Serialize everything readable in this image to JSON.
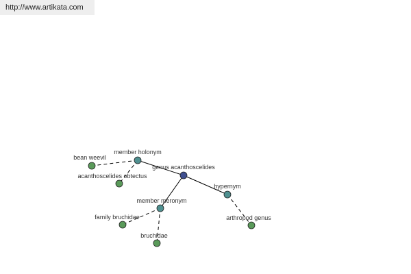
{
  "header": {
    "url": "http://www.artikata.com"
  },
  "graph": {
    "nodes": [
      {
        "id": "root",
        "label": "genus acanthoscelides",
        "kind": "center"
      },
      {
        "id": "holonym",
        "label": "member holonym",
        "kind": "relation"
      },
      {
        "id": "meronym",
        "label": "member meronym",
        "kind": "relation"
      },
      {
        "id": "hypernym",
        "label": "hypernym",
        "kind": "relation"
      },
      {
        "id": "bean",
        "label": "bean weevil",
        "kind": "leaf"
      },
      {
        "id": "obtectus",
        "label": "acanthoscelides obtectus",
        "kind": "leaf"
      },
      {
        "id": "bruchidae_fam",
        "label": "family bruchidae",
        "kind": "leaf"
      },
      {
        "id": "bruchidae",
        "label": "bruchidae",
        "kind": "leaf"
      },
      {
        "id": "arthropod",
        "label": "arthropod genus",
        "kind": "leaf"
      }
    ],
    "edges": [
      {
        "from": "root",
        "to": "holonym",
        "style": "solid"
      },
      {
        "from": "root",
        "to": "meronym",
        "style": "solid"
      },
      {
        "from": "root",
        "to": "hypernym",
        "style": "solid"
      },
      {
        "from": "holonym",
        "to": "bean",
        "style": "dashed"
      },
      {
        "from": "holonym",
        "to": "obtectus",
        "style": "dashed"
      },
      {
        "from": "meronym",
        "to": "bruchidae_fam",
        "style": "dashed"
      },
      {
        "from": "meronym",
        "to": "bruchidae",
        "style": "dashed"
      },
      {
        "from": "hypernym",
        "to": "arthropod",
        "style": "dashed"
      }
    ],
    "colors": {
      "center": "#3f4f8f",
      "relation": "#4f9090",
      "leaf": "#5a9a5a"
    }
  }
}
